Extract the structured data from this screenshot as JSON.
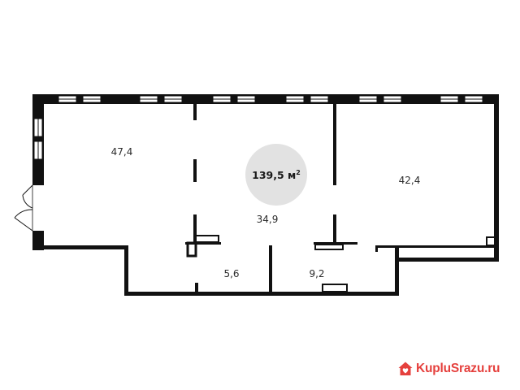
{
  "floor_plan": {
    "total_area": {
      "value": "139,5",
      "unit": "м",
      "unit_sup": "2"
    },
    "rooms": [
      {
        "id": "room-a",
        "area": "47,4"
      },
      {
        "id": "room-b",
        "area": "42,4"
      },
      {
        "id": "room-c",
        "area": "34,9"
      },
      {
        "id": "room-d",
        "area": "5,6"
      },
      {
        "id": "room-e",
        "area": "9,2"
      }
    ]
  },
  "watermark": {
    "text": "KupluSrazu.ru",
    "icon": "house-heart-icon",
    "color": "#e5403d"
  },
  "colors": {
    "wall": "#111111",
    "badge": "#e2e2e2"
  }
}
